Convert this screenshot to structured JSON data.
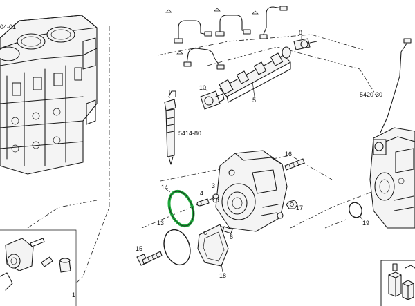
{
  "labels": {
    "block_ref": "04-01",
    "injector_ref": "5414-80",
    "pump_ref": "5420-30",
    "n1": "1",
    "n3": "3",
    "n4": "4",
    "n5": "5",
    "n6": "6",
    "n8": "8",
    "n10": "10",
    "n13": "13",
    "n14": "14",
    "n15": "15",
    "n16": "16",
    "n17": "17",
    "n18": "18",
    "n19": "19"
  },
  "colors": {
    "highlight": "#1faa3c",
    "line": "#1a1a1a"
  }
}
